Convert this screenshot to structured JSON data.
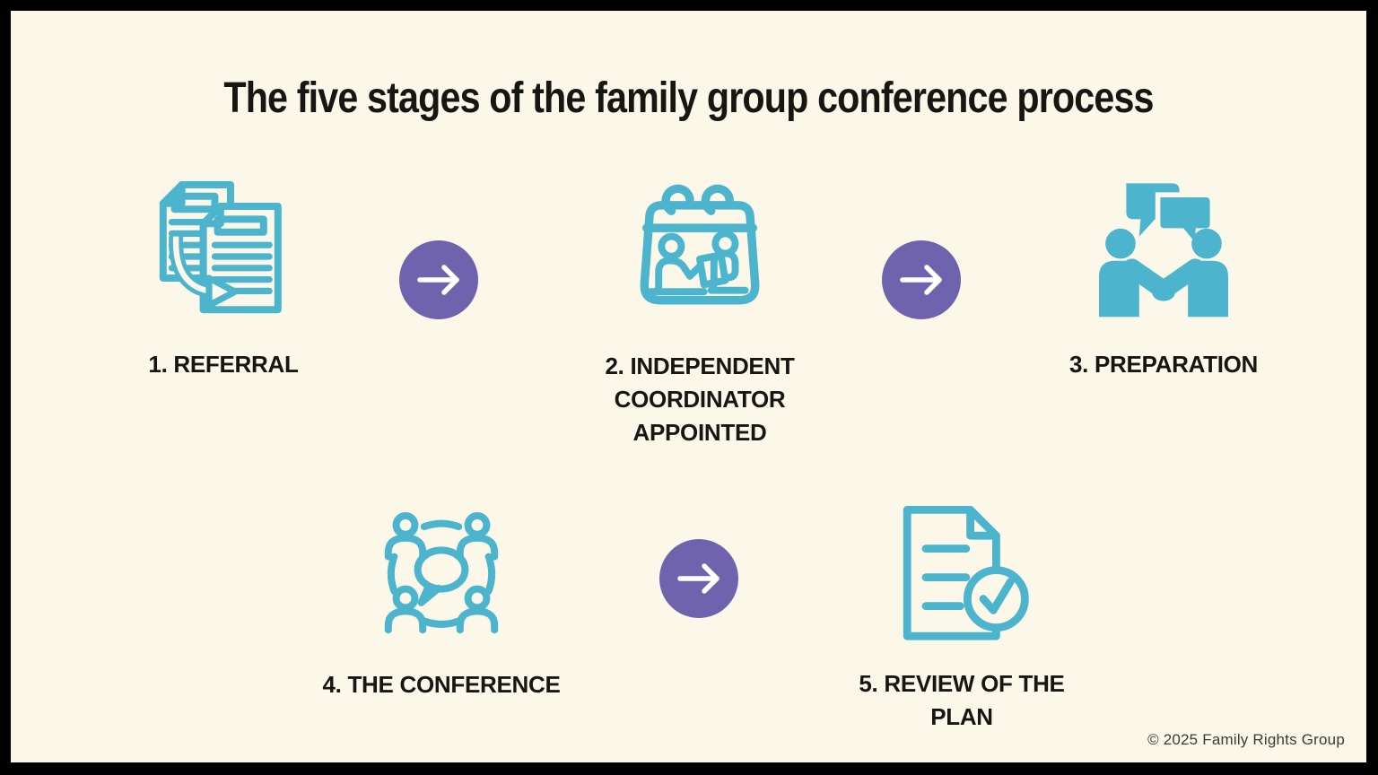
{
  "title": "The five stages of the family group conference process",
  "stages": [
    {
      "label": "1. REFERRAL",
      "icon": "referral-documents-icon"
    },
    {
      "label": "2. INDEPENDENT\nCOORDINATOR\nAPPOINTED",
      "icon": "coordinator-calendar-icon"
    },
    {
      "label": "3. PREPARATION",
      "icon": "preparation-handshake-icon"
    },
    {
      "label": "4. THE CONFERENCE",
      "icon": "conference-group-icon"
    },
    {
      "label": "5. REVIEW OF THE PLAN",
      "icon": "review-plan-checkmark-icon"
    }
  ],
  "arrows": {
    "icon": "right-arrow-icon",
    "count": 3
  },
  "footer": {
    "copyright": "© 2025 Family Rights Group"
  },
  "colors": {
    "background": "#fcf8e9",
    "border": "#000000",
    "teal": "#4cb4cc",
    "purple": "#6f63ae",
    "text": "#161612",
    "muted": "#3b3b35"
  }
}
